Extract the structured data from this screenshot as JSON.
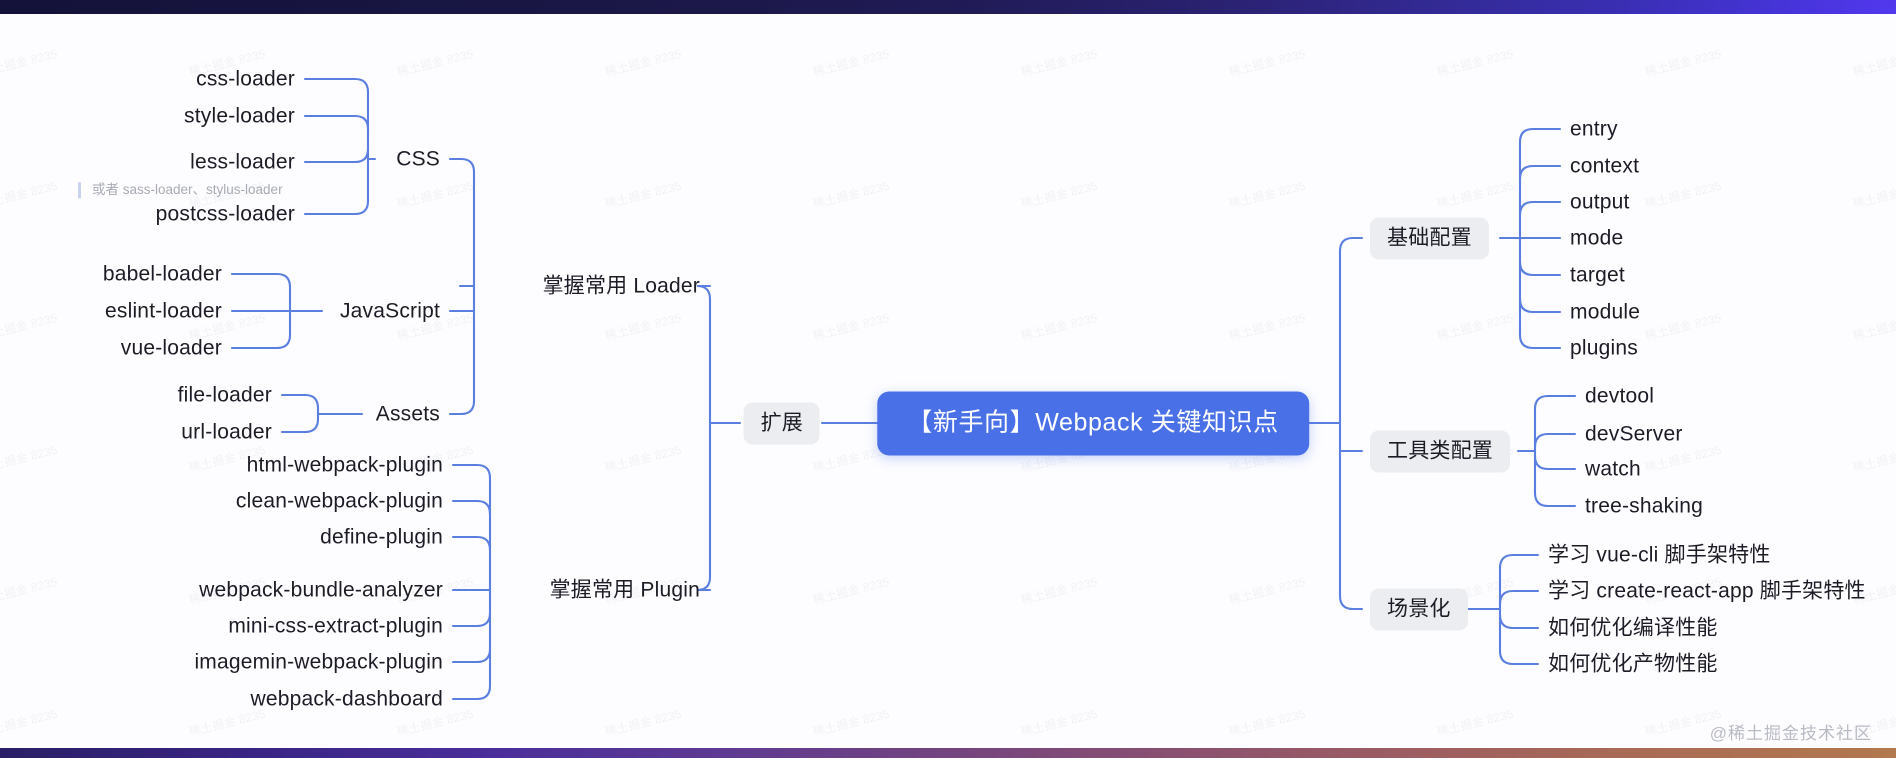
{
  "meta": {
    "watermark": "@稀土掘金技术社区",
    "tile_watermark": "稀土掘金 8235",
    "accent_blue": "#4a70e8",
    "wire_blue": "#5b7fe0",
    "chip_bg": "#ecedf0",
    "text_color": "#1c1c26",
    "note_color": "#a9abb4"
  },
  "root": {
    "label": "【新手向】Webpack 关键知识点"
  },
  "left": {
    "hub": {
      "label": "扩展"
    },
    "branches": [
      {
        "label": "掌握常用 Loader",
        "groups": [
          {
            "label": "CSS",
            "leaves": [
              {
                "label": "css-loader"
              },
              {
                "label": "style-loader"
              },
              {
                "label": "less-loader",
                "note": "或者 sass-loader、stylus-loader"
              },
              {
                "label": "postcss-loader"
              }
            ]
          },
          {
            "label": "JavaScript",
            "leaves": [
              {
                "label": "babel-loader"
              },
              {
                "label": "eslint-loader"
              },
              {
                "label": "vue-loader"
              }
            ]
          },
          {
            "label": "Assets",
            "leaves": [
              {
                "label": "file-loader"
              },
              {
                "label": "url-loader"
              }
            ]
          }
        ]
      },
      {
        "label": "掌握常用 Plugin",
        "leaves": [
          {
            "label": "html-webpack-plugin"
          },
          {
            "label": "clean-webpack-plugin"
          },
          {
            "label": "define-plugin"
          },
          {
            "label": "webpack-bundle-analyzer"
          },
          {
            "label": "mini-css-extract-plugin"
          },
          {
            "label": "imagemin-webpack-plugin"
          },
          {
            "label": "webpack-dashboard"
          }
        ]
      }
    ]
  },
  "right": {
    "branches": [
      {
        "label": "基础配置",
        "leaves": [
          {
            "label": "entry"
          },
          {
            "label": "context"
          },
          {
            "label": "output"
          },
          {
            "label": "mode"
          },
          {
            "label": "target"
          },
          {
            "label": "module"
          },
          {
            "label": "plugins"
          }
        ]
      },
      {
        "label": "工具类配置",
        "leaves": [
          {
            "label": "devtool"
          },
          {
            "label": "devServer"
          },
          {
            "label": "watch"
          },
          {
            "label": "tree-shaking"
          }
        ]
      },
      {
        "label": "场景化",
        "leaves": [
          {
            "label": "学习 vue-cli 脚手架特性"
          },
          {
            "label": "学习 create-react-app 脚手架特性"
          },
          {
            "label": "如何优化编译性能"
          },
          {
            "label": "如何优化产物性能"
          }
        ]
      }
    ]
  }
}
